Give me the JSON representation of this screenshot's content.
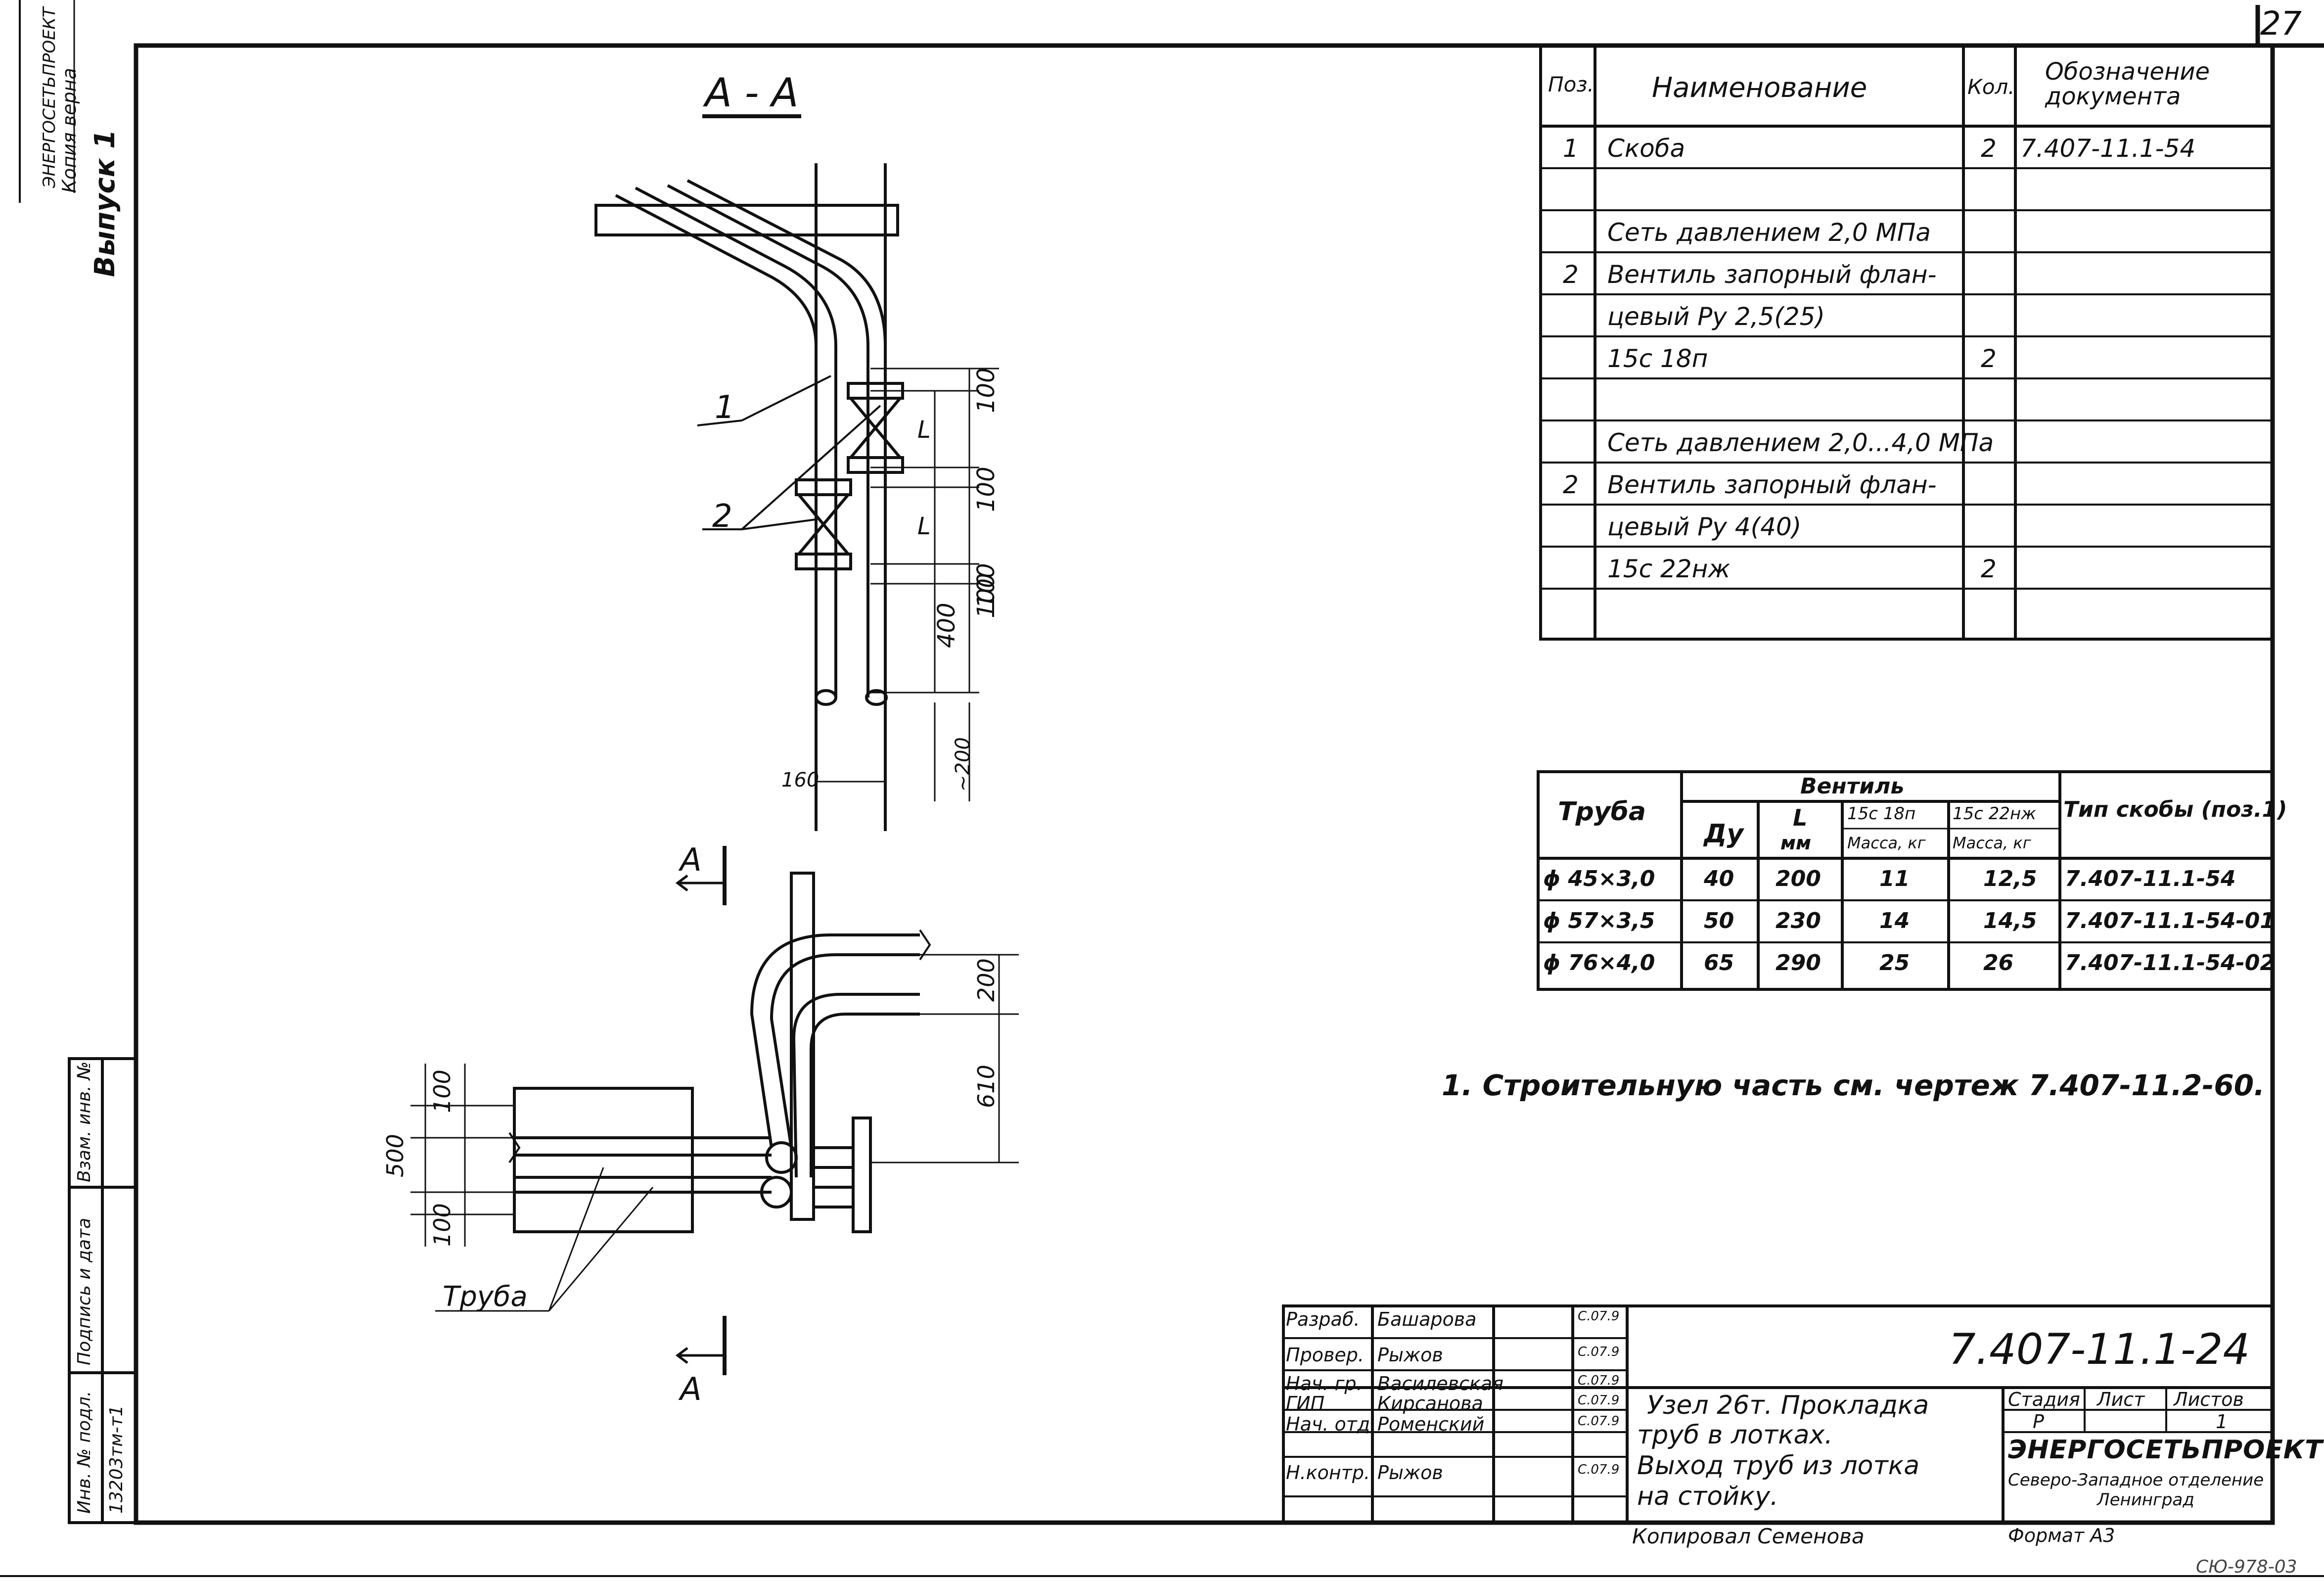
{
  "page": {
    "number": "27",
    "footer_code": "СЮ-978-03"
  },
  "side_strip": {
    "series": "Выпуск 1",
    "org_stamp": "ЭНЕРГОСЕТЬПРОЕКТ",
    "copy_note": "Копия верна",
    "inv_no_label": "Инв. № подл.",
    "inv_no_value": "13203тм-т1",
    "sign_date_label": "Подпись и дата",
    "replace_label": "Взам. инв. №"
  },
  "section_view": {
    "title": "А - А",
    "callouts": [
      "1",
      "2"
    ],
    "dims": [
      "100",
      "L",
      "100",
      "L",
      "100",
      "400",
      "100",
      "160",
      "~200"
    ]
  },
  "plan_view": {
    "cut_marks": [
      "А",
      "А"
    ],
    "pipe_label": "Труба",
    "dims": [
      "100",
      "500",
      "100",
      "200",
      "610"
    ]
  },
  "spec_table": {
    "headers": {
      "pos": "Поз.",
      "name": "Наименование",
      "qty": "Кол.",
      "doc": "Обозначение документа"
    },
    "rows": [
      {
        "pos": "1",
        "name": "Скоба",
        "qty": "2",
        "doc": "7.407-11.1-54"
      },
      {
        "pos": "",
        "name": "",
        "qty": "",
        "doc": ""
      },
      {
        "pos": "",
        "name": "Сеть давлением 2,0 МПа",
        "qty": "",
        "doc": ""
      },
      {
        "pos": "2",
        "name": "Вентиль запорный флан-",
        "qty": "",
        "doc": ""
      },
      {
        "pos": "",
        "name": "цевый  Ру 2,5(25)",
        "qty": "",
        "doc": ""
      },
      {
        "pos": "",
        "name": "15с  18п",
        "qty": "2",
        "doc": ""
      },
      {
        "pos": "",
        "name": "",
        "qty": "",
        "doc": ""
      },
      {
        "pos": "",
        "name": "Сеть давлением 2,0...4,0 МПа",
        "qty": "",
        "doc": ""
      },
      {
        "pos": "2",
        "name": "Вентиль запорный флан-",
        "qty": "",
        "doc": ""
      },
      {
        "pos": "",
        "name": "цевый  Ру 4(40)",
        "qty": "",
        "doc": ""
      },
      {
        "pos": "",
        "name": "15с  22нж",
        "qty": "2",
        "doc": ""
      },
      {
        "pos": "",
        "name": "",
        "qty": "",
        "doc": ""
      }
    ]
  },
  "valve_table": {
    "h_pipe": "Труба",
    "h_valve": "Вентиль",
    "h_dy": "Ду",
    "h_l": "L",
    "h_l_unit": "мм",
    "h_v1": "15с 18п",
    "h_v2": "15с 22нж",
    "h_mass": "Масса, кг",
    "h_type": "Тип скобы (поз.1)",
    "rows": [
      {
        "pipe": "ϕ 45×3,0",
        "dy": "40",
        "l": "200",
        "m1": "11",
        "m2": "12,5",
        "type": "7.407-11.1-54"
      },
      {
        "pipe": "ϕ 57×3,5",
        "dy": "50",
        "l": "230",
        "m1": "14",
        "m2": "14,5",
        "type": "7.407-11.1-54-01"
      },
      {
        "pipe": "ϕ 76×4,0",
        "dy": "65",
        "l": "290",
        "m1": "25",
        "m2": "26",
        "type": "7.407-11.1-54-02"
      }
    ]
  },
  "note": "1. Строительную часть см. чертеж 7.407-11.2-60.",
  "title_block": {
    "doc_code": "7.407-11.1-24",
    "staff": [
      {
        "role": "Разраб.",
        "name": "Башарова",
        "date": "С.07.9"
      },
      {
        "role": "Провер.",
        "name": "Рыжов",
        "date": "С.07.9"
      },
      {
        "role": "Нач. гр.",
        "name": "Василевская",
        "date": "С.07.9"
      },
      {
        "role": "ГИП",
        "name": "Кирсанова",
        "date": "С.07.9"
      },
      {
        "role": "Нач. отд.",
        "name": "Роменский",
        "date": "С.07.9"
      },
      {
        "role": "Н.контр.",
        "name": "Рыжов",
        "date": "С.07.9"
      }
    ],
    "title_lines": [
      "Узел 26т.  Прокладка",
      "труб  в лотках.",
      "Выход труб из лотка",
      "на стойку."
    ],
    "stage_label": "Стадия",
    "sheet_label": "Лист",
    "sheets_label": "Листов",
    "stage": "Р",
    "sheets": "1",
    "org": "ЭНЕРГОСЕТЬПРОЕКТ",
    "org_sub": "Северо-Западное отделение",
    "org_city": "Ленинград",
    "copied_by": "Копировал  Семенова",
    "format": "Формат А3"
  }
}
